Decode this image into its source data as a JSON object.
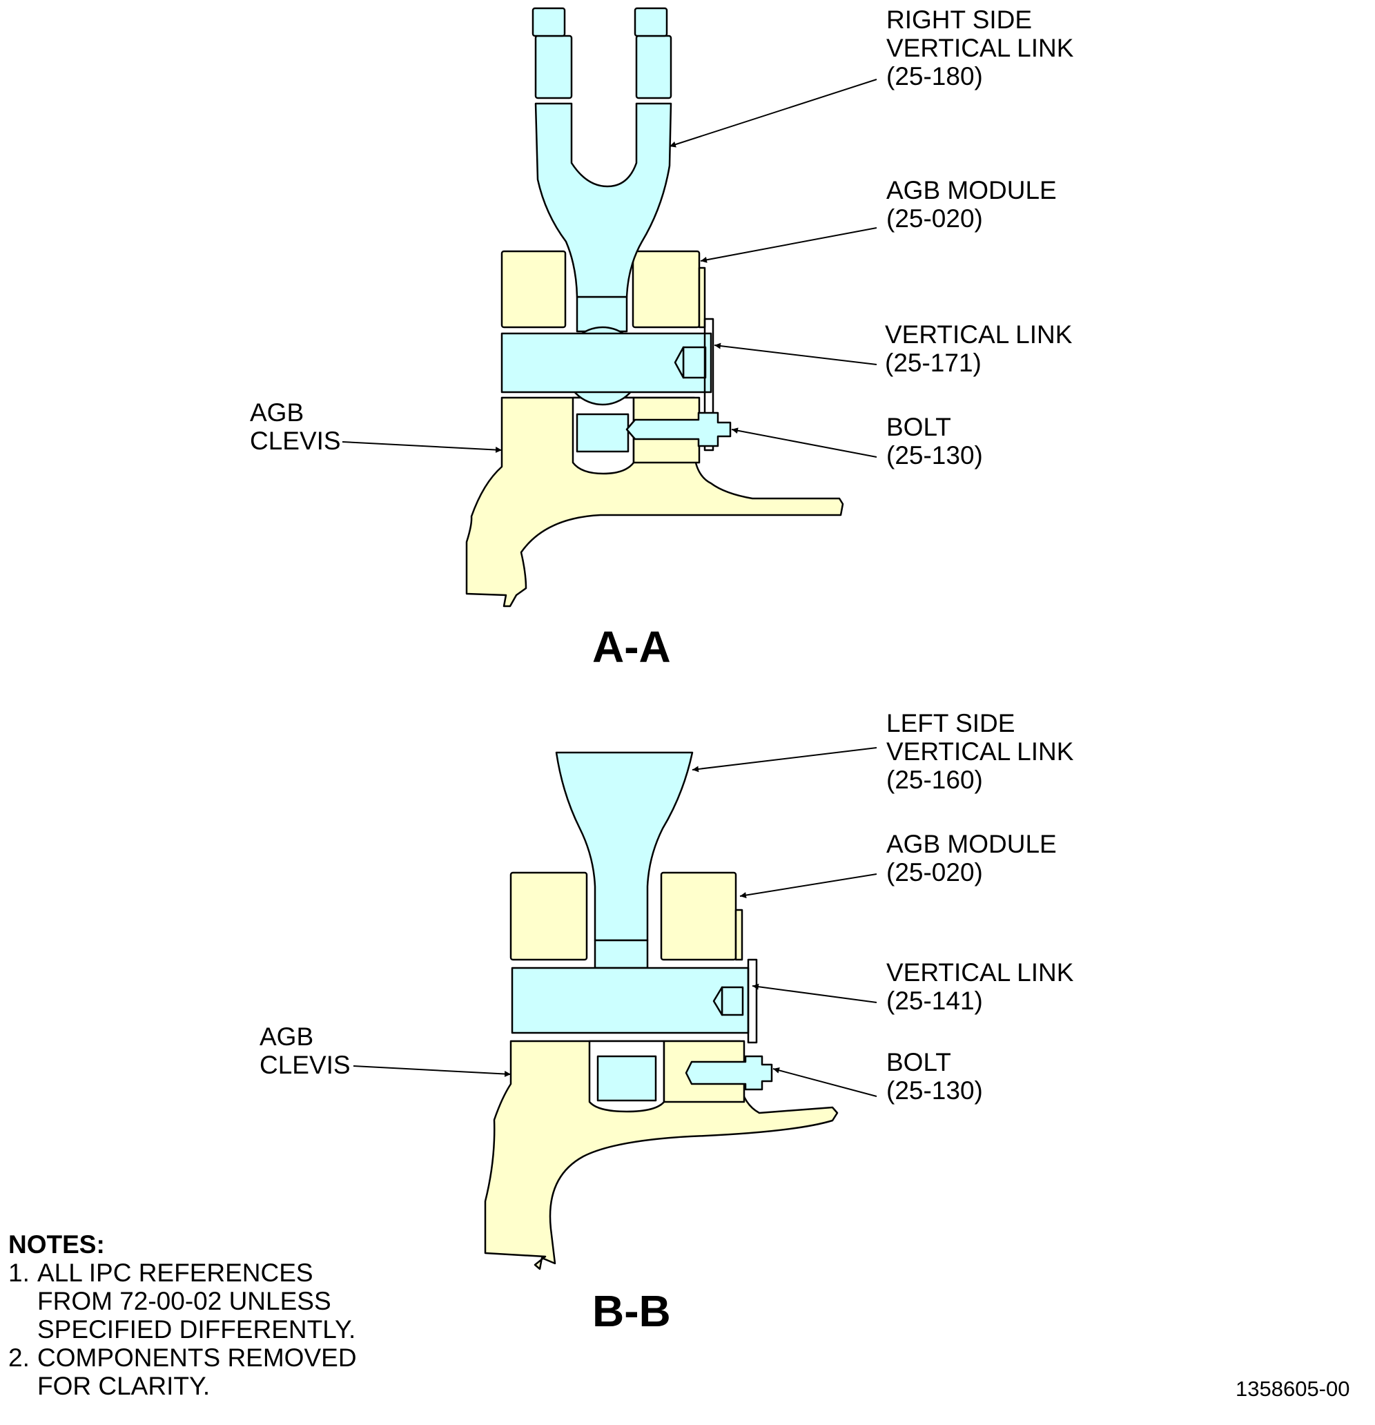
{
  "colors": {
    "link": "#ccffff",
    "structure": "#ffffcc",
    "outline": "#000000",
    "background": "#ffffff"
  },
  "section_a": {
    "title": "A-A",
    "callouts": [
      {
        "lines": [
          "RIGHT SIDE",
          "VERTICAL LINK",
          "(25-180)"
        ]
      },
      {
        "lines": [
          "AGB MODULE",
          "(25-020)"
        ]
      },
      {
        "lines": [
          "VERTICAL LINK",
          "(25-171)"
        ]
      },
      {
        "lines": [
          "BOLT",
          "(25-130)"
        ]
      },
      {
        "lines": [
          "AGB",
          "CLEVIS"
        ]
      }
    ]
  },
  "section_b": {
    "title": "B-B",
    "callouts": [
      {
        "lines": [
          "LEFT SIDE",
          "VERTICAL LINK",
          "(25-160)"
        ]
      },
      {
        "lines": [
          "AGB MODULE",
          "(25-020)"
        ]
      },
      {
        "lines": [
          "VERTICAL LINK",
          "(25-141)"
        ]
      },
      {
        "lines": [
          "BOLT",
          "(25-130)"
        ]
      },
      {
        "lines": [
          "AGB",
          "CLEVIS"
        ]
      }
    ]
  },
  "notes": {
    "title": "NOTES:",
    "items": [
      {
        "num": "1.",
        "lines": [
          "ALL IPC REFERENCES",
          "FROM 72-00-02 UNLESS",
          "SPECIFIED DIFFERENTLY."
        ]
      },
      {
        "num": "2.",
        "lines": [
          "COMPONENTS REMOVED",
          "FOR CLARITY."
        ]
      }
    ]
  },
  "figure_id": "1358605-00"
}
